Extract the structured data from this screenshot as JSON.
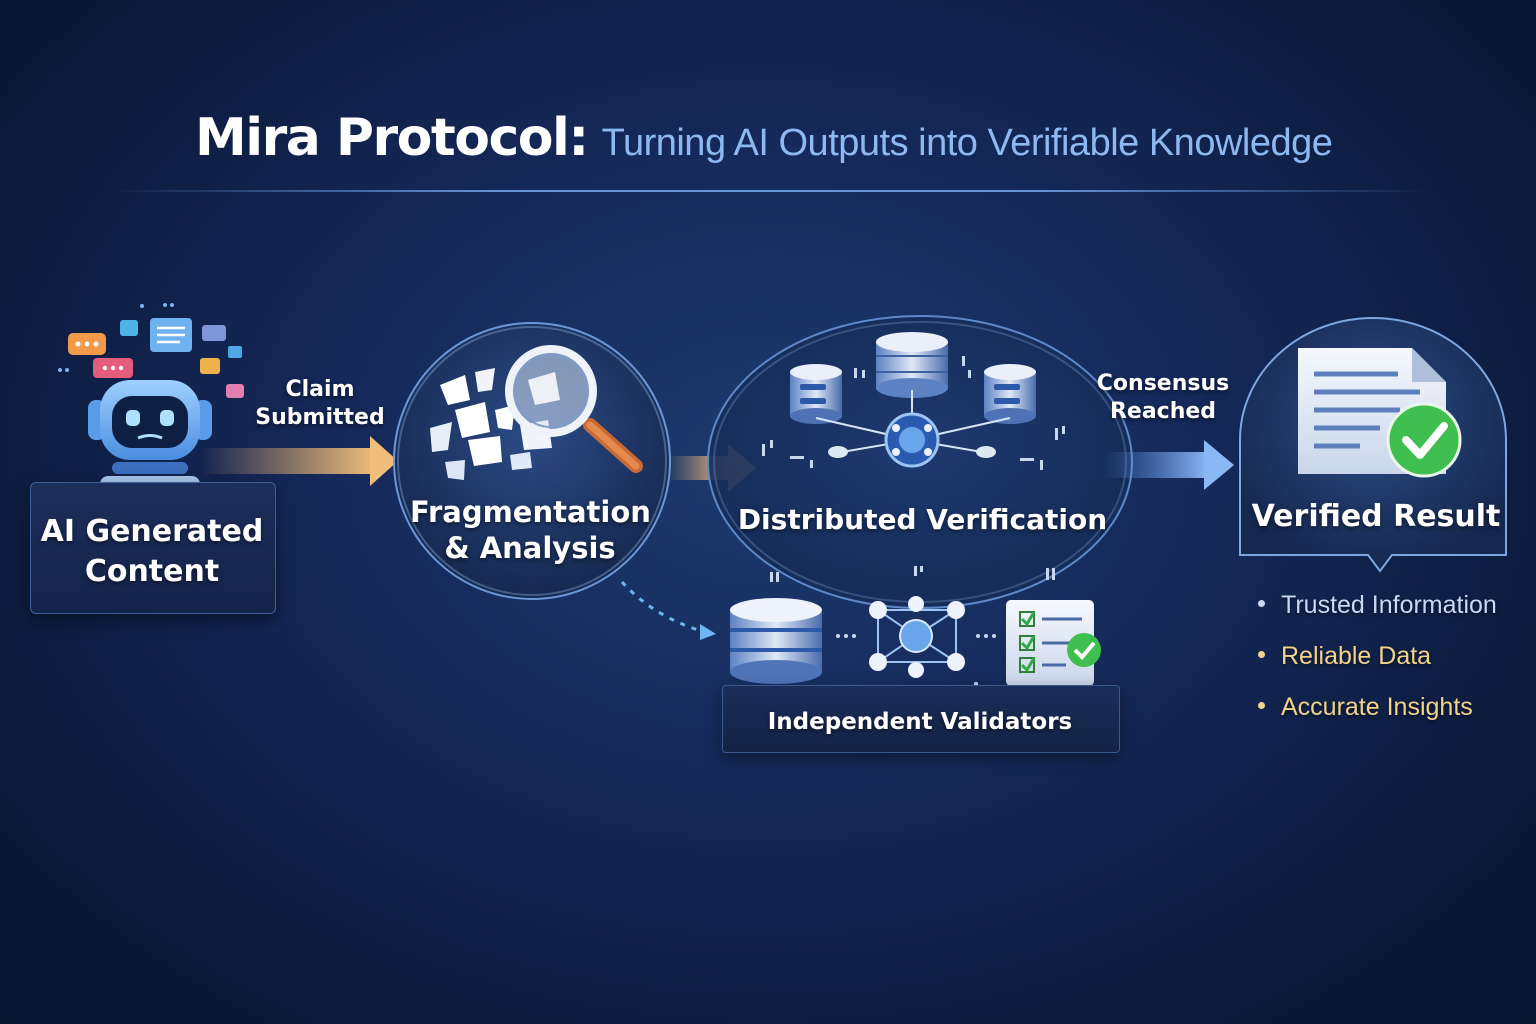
{
  "title": {
    "main": "Mira Protocol:",
    "subtitle": "Turning AI Outputs into Verifiable Knowledge"
  },
  "steps": {
    "ai_content": "AI Generated Content",
    "claim_arrow": [
      "Claim",
      "Submitted"
    ],
    "fragmentation": "Fragmentation & Analysis",
    "distributed": "Distributed Verification",
    "validators": "Independent Validators",
    "consensus_arrow": [
      "Consensus",
      "Reached"
    ],
    "verified": "Verified Result"
  },
  "results": [
    {
      "text": "Trusted Information",
      "color": "#c9d9f2"
    },
    {
      "text": "Reliable Data",
      "color": "#f3d28a"
    },
    {
      "text": "Accurate Insights",
      "color": "#f3d28a"
    }
  ],
  "colors": {
    "accent_blue": "#8db8f0",
    "arrow_gold": "#e8b06a",
    "check_green": "#3fbf4f"
  }
}
